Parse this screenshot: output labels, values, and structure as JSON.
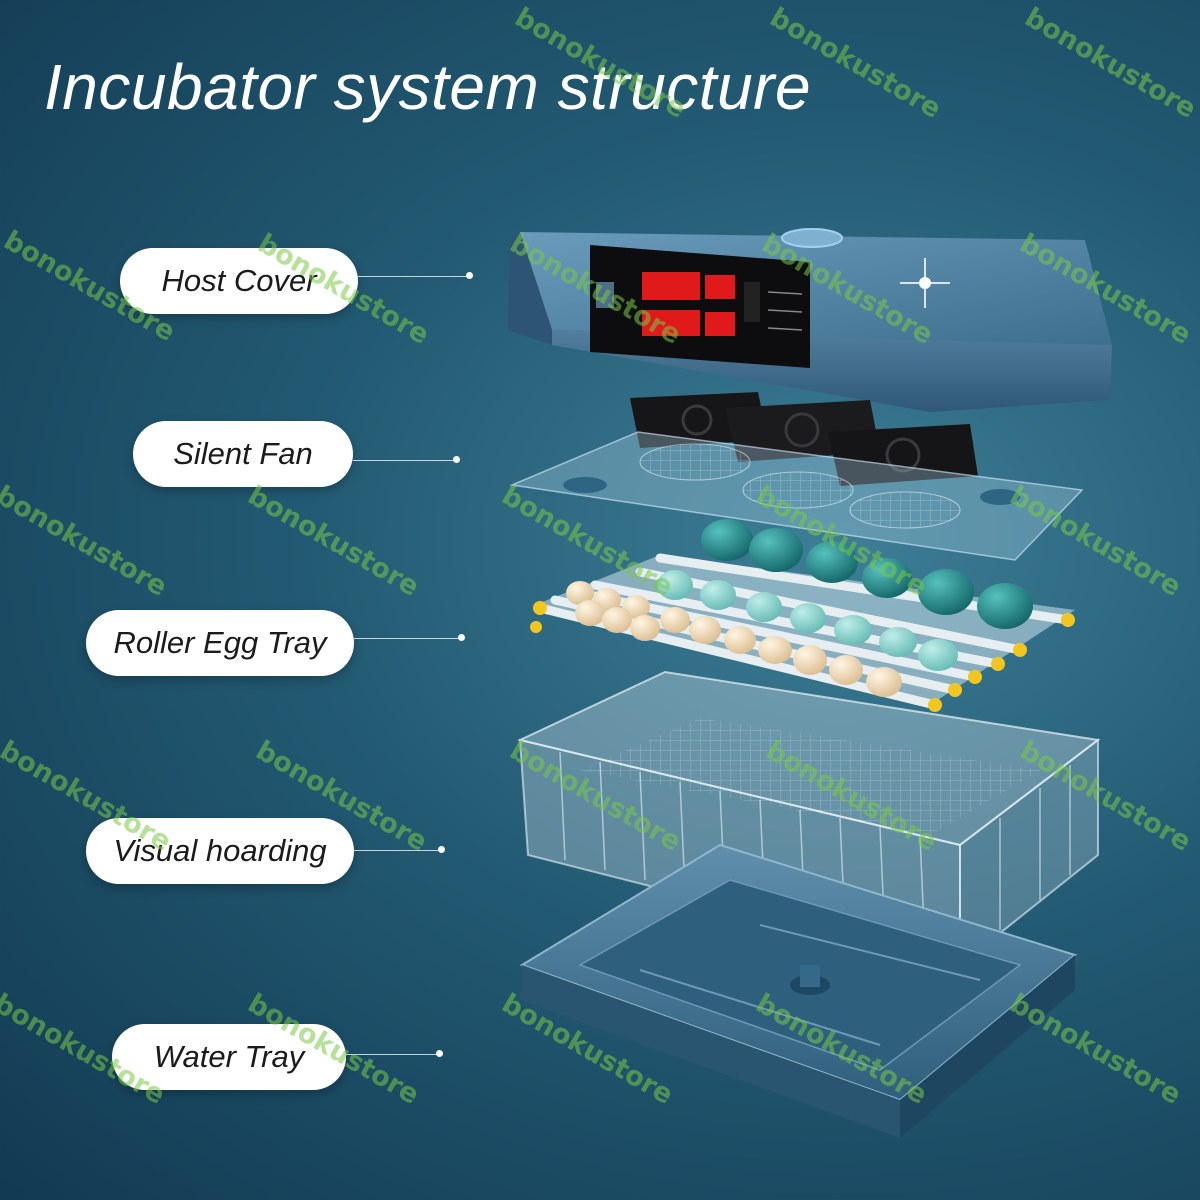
{
  "title": "Incubator system structure",
  "labels": {
    "host_cover": "Host Cover",
    "silent_fan": "Silent Fan",
    "roller_egg_tray": "Roller Egg Tray",
    "visual_hoarding": "Visual hoarding",
    "water_tray": "Water Tray"
  },
  "watermark": "bonokustore",
  "colors": {
    "background": "#235a73",
    "cover": "#4f7f9e",
    "panel": "#0d0d10",
    "display": "#e01a1a",
    "fan": "#1a1a1c",
    "egg_cream": "#f2d9b0",
    "egg_teal": "#1f8c88",
    "roller_end": "#f3c61f",
    "watermark": "#78c846"
  },
  "icons": [
    "fan-icon",
    "egg-icon",
    "led-display"
  ]
}
